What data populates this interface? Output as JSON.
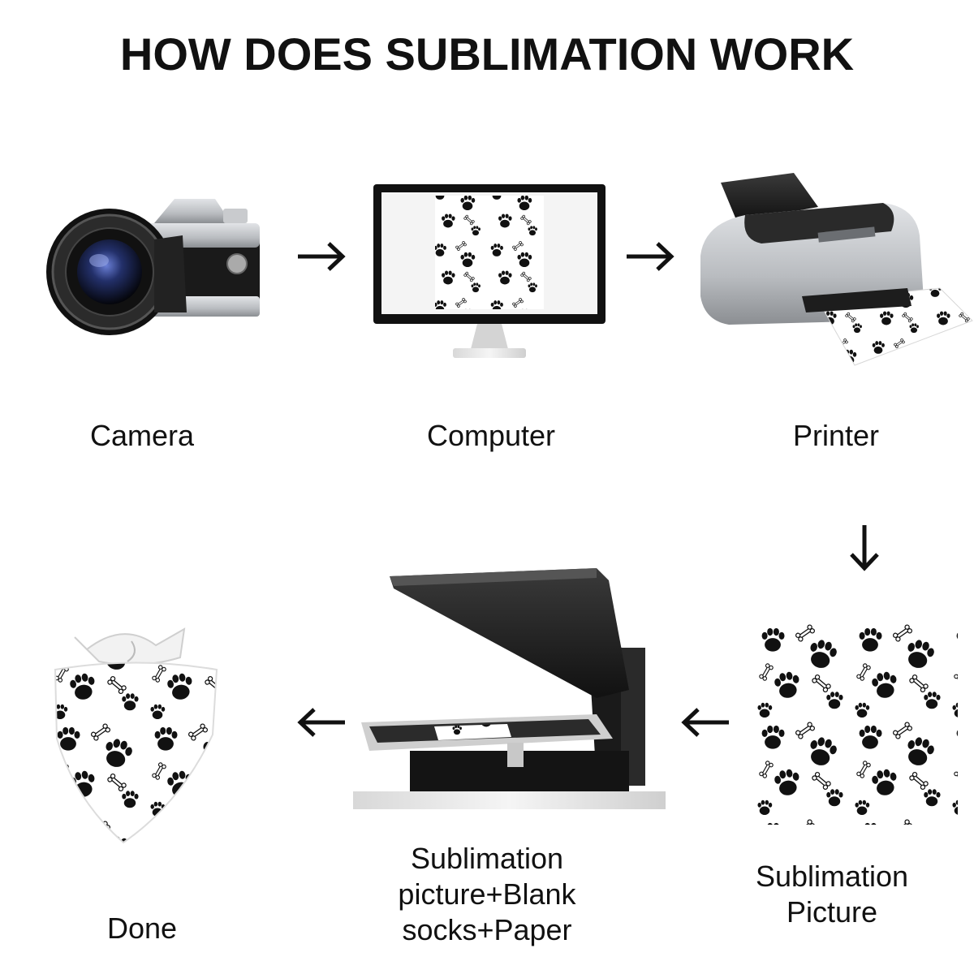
{
  "title": "HOW DOES SUBLIMATION WORK",
  "steps": {
    "camera": {
      "label": "Camera"
    },
    "computer": {
      "label": "Computer"
    },
    "printer": {
      "label": "Printer"
    },
    "picture": {
      "label_line1": "Sublimation",
      "label_line2": "Picture"
    },
    "press": {
      "label_line1": "Sublimation",
      "label_line2": "picture+Blank",
      "label_line3": "socks+Paper"
    },
    "done": {
      "label": "Done"
    }
  },
  "colors": {
    "text": "#111111",
    "device_dark": "#1c1c1c",
    "device_silver": "#b9bcc0",
    "paw": "#111111"
  },
  "icons": {
    "arrow_1": "arrow-right-icon",
    "arrow_2": "arrow-right-icon",
    "arrow_3": "arrow-down-icon",
    "arrow_4": "arrow-left-icon",
    "arrow_5": "arrow-left-icon"
  }
}
